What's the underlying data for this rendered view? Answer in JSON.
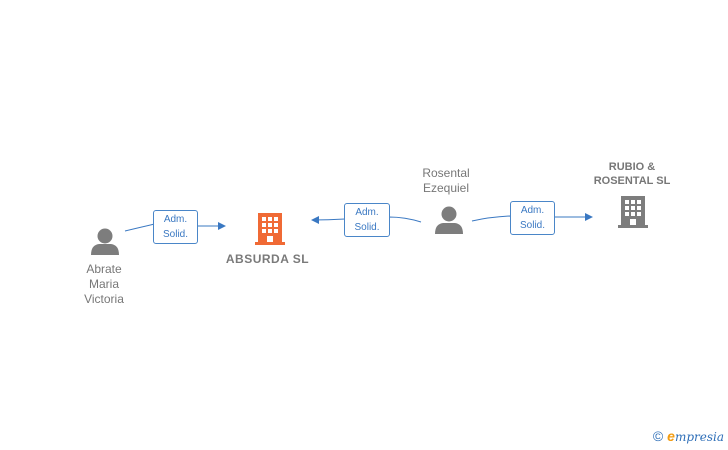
{
  "nodes": {
    "abrate": {
      "label": "Abrate\nMaria\nVictoria",
      "icon": "person-icon"
    },
    "absurda": {
      "label": "ABSURDA  SL",
      "icon": "building-icon",
      "color": "#f06a35"
    },
    "rosental": {
      "label": "Rosental\nEzequiel",
      "icon": "person-icon"
    },
    "rubio": {
      "label": "RUBIO &\nROSENTAL  SL",
      "icon": "building-icon",
      "color": "#7d7d7d"
    }
  },
  "edges": {
    "e1": {
      "label": "Adm.\nSolid."
    },
    "e2": {
      "label": "Adm.\nSolid."
    },
    "e3": {
      "label": "Adm.\nSolid."
    }
  },
  "colors": {
    "edge": "#3a78c2",
    "person": "#7d7d7d"
  },
  "brand": {
    "copyright": "©",
    "e": "e",
    "rest": "mpresia"
  }
}
